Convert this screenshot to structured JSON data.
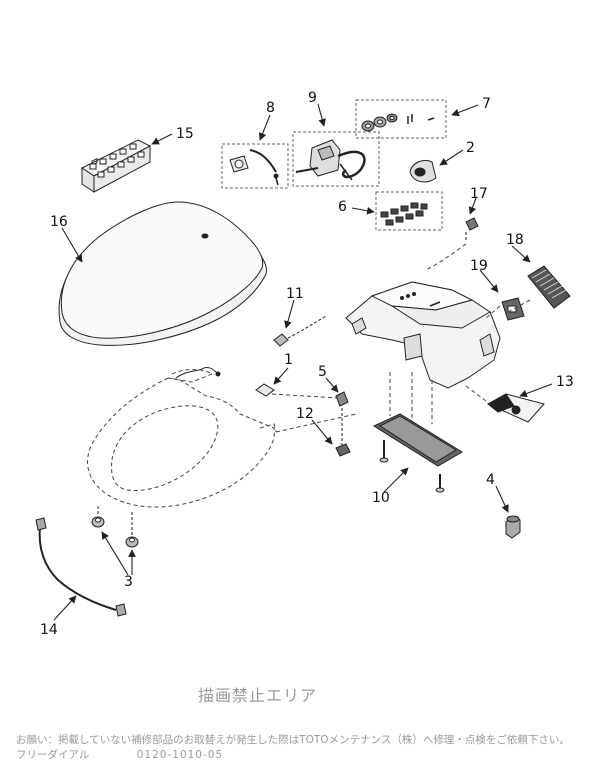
{
  "part_numbers": {
    "p1": "1",
    "p2": "2",
    "p3": "3",
    "p4": "4",
    "p5": "5",
    "p6": "6",
    "p7": "7",
    "p8": "8",
    "p9": "9",
    "p10": "10",
    "p11": "11",
    "p12": "12",
    "p13": "13",
    "p14": "14",
    "p15": "15",
    "p16": "16",
    "p17": "17",
    "p18": "18",
    "p19": "19"
  },
  "footer": {
    "no_draw_area": "描画禁止エリア",
    "notice": "お願い：掲載していない補修部品のお取替えが発生した際はTOTOメンテナンス（株）へ修理・点検をご依頼下さい。",
    "freedial_label": "フリーダイアル",
    "freedial_number": "0120-1010-05"
  }
}
